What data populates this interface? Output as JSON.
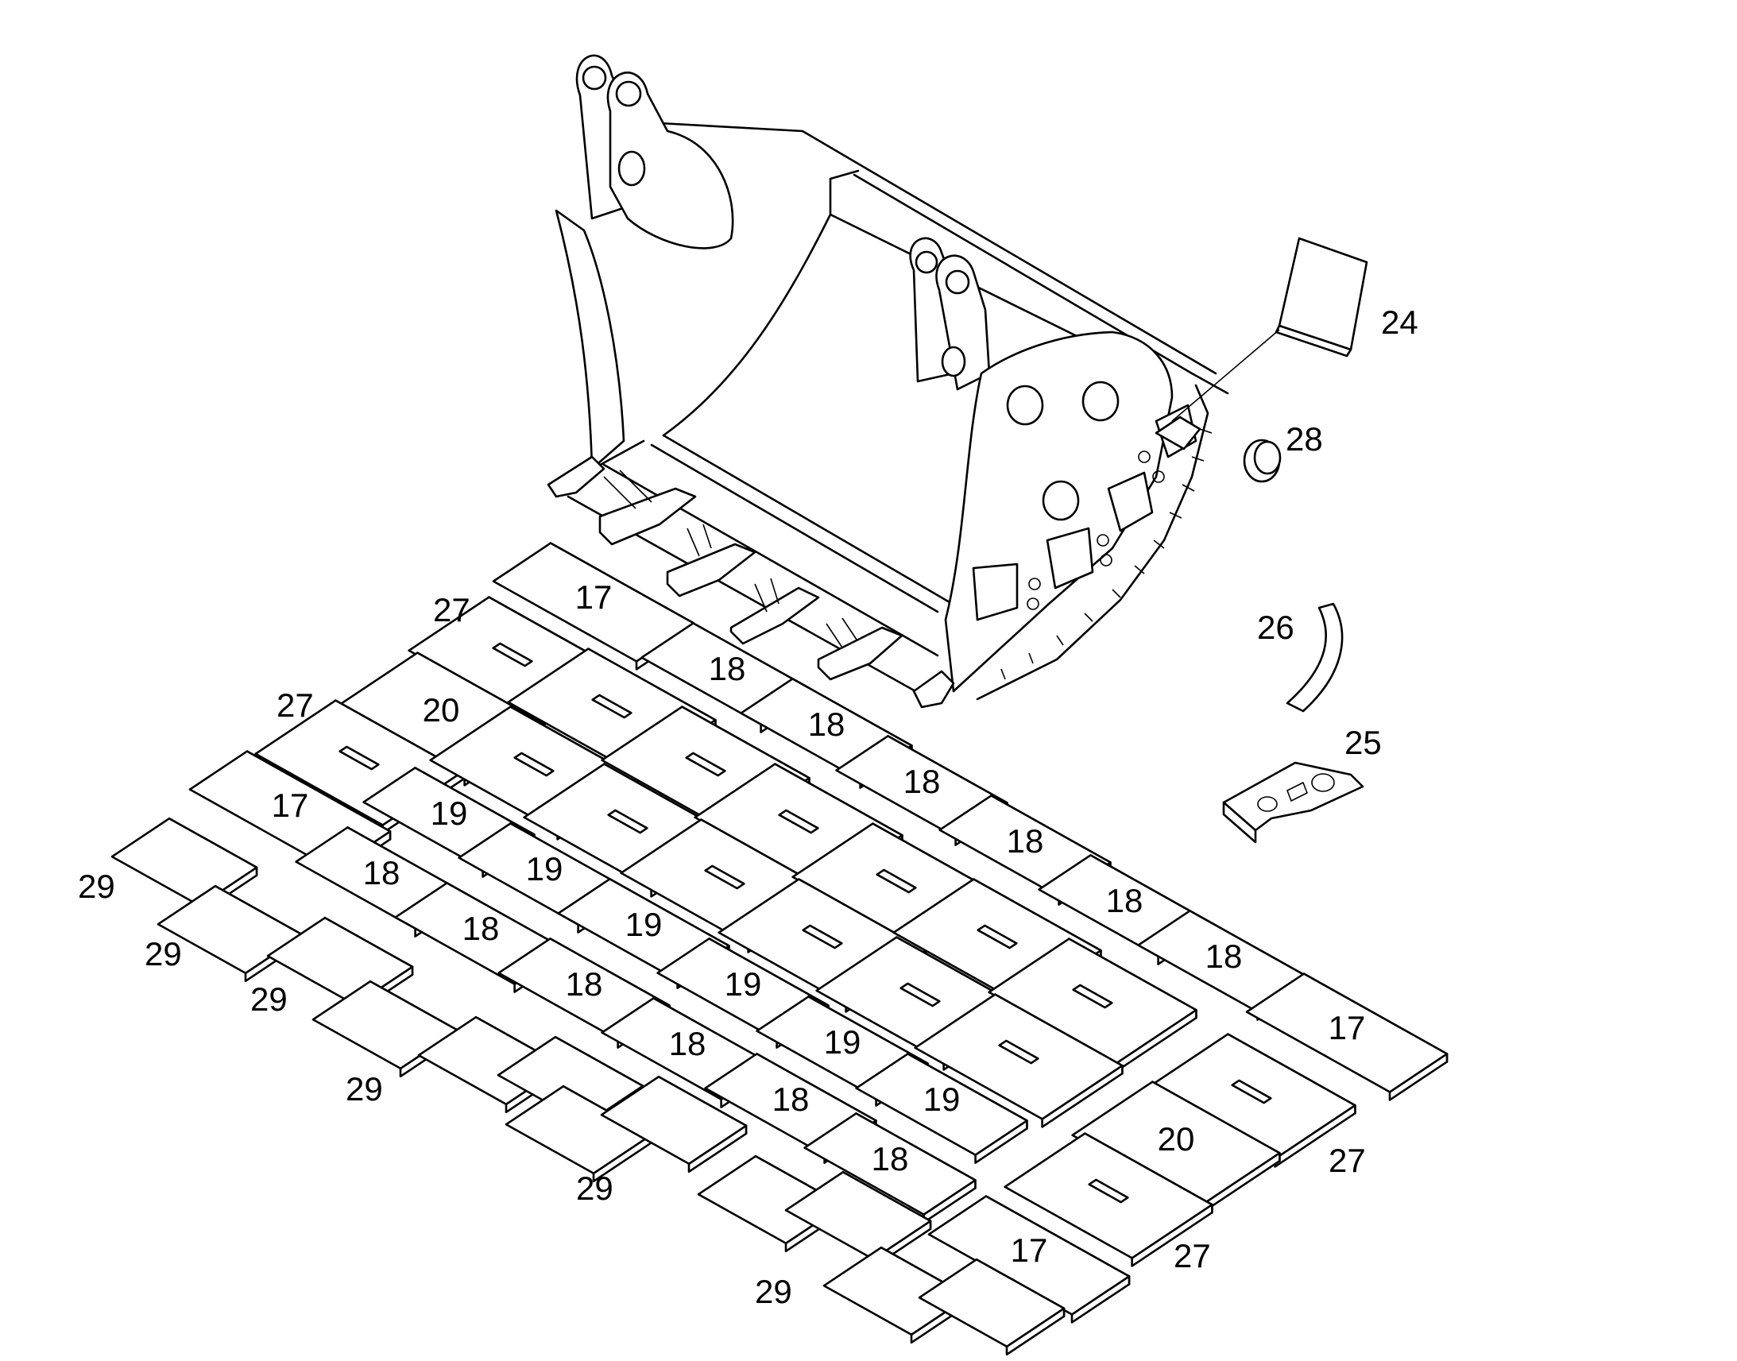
{
  "diagram": {
    "callouts": {
      "c17": "17",
      "c18": "18",
      "c19": "19",
      "c20": "20",
      "c24": "24",
      "c25": "25",
      "c26": "26",
      "c27": "27",
      "c28": "28",
      "c29": "29"
    }
  }
}
